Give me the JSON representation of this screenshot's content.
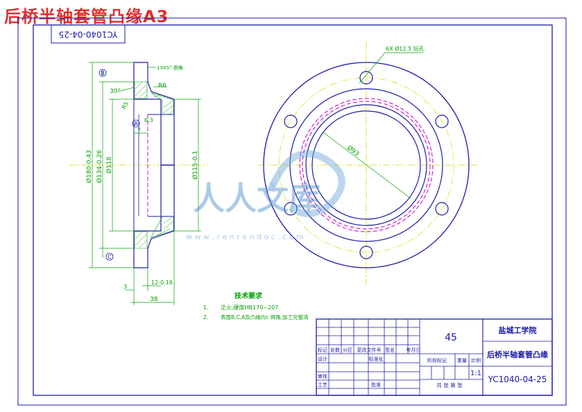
{
  "title": "后桥半轴套管凸缘A3",
  "drawing_code_box": "YC1040-04-25",
  "watermark": {
    "text": "人人文库",
    "url": "w w w . r e n r e n d o c . c o m"
  },
  "front_view": {
    "holes_note": "6X Ø12.5 钻孔",
    "center_dia": "Ø93"
  },
  "section_view": {
    "chamfer_note": "1X45° 倒角",
    "radius1": "R6",
    "radius2": "R5",
    "angle": "30°",
    "rough": "6.3",
    "dim_7": "7",
    "dim_d180": "Ø180-0.43",
    "dim_d134": "Ø134-0.26",
    "dim_d118": "Ø118",
    "dim_d115": "Ø115-0.1",
    "dim_3": "3",
    "dim_12": "12-0.18",
    "dim_38": "38",
    "label_b": "B",
    "label_a": "A",
    "label_c": "C"
  },
  "tech_req": {
    "heading": "技术要求",
    "items": [
      {
        "num": "1.",
        "text": "正火,硬度HB170~207"
      },
      {
        "num": "2.",
        "text": "表面B,C,A及凸缘内c 倒角,加工完整清"
      }
    ]
  },
  "title_block": {
    "material": "45",
    "school": "盐城工学院",
    "part_name": "后桥半轴套管凸缘",
    "scale": "1:1",
    "code": "YC1040-04-25",
    "row_headers": [
      "标记",
      "处数",
      "分区",
      "更改文件号",
      "签名",
      "年月日"
    ],
    "design": "设计",
    "standard": "标准化",
    "review": "审核",
    "process": "工艺",
    "approve": "批准",
    "stage_mark": "阶段标记",
    "weight": "重量",
    "ratio": "比例",
    "sheets": "共  张  第  张"
  }
}
